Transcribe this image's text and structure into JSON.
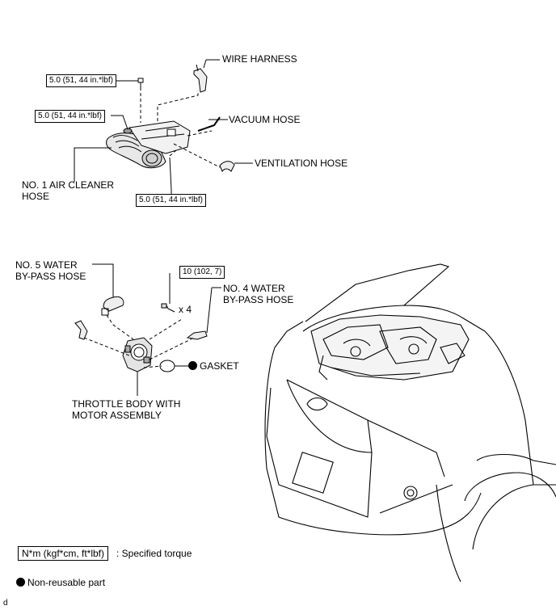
{
  "labels": {
    "wire_harness": "WIRE HARNESS",
    "vacuum_hose": "VACUUM HOSE",
    "ventilation_hose": "VENTILATION HOSE",
    "air_cleaner_hose": "NO. 1 AIR CLEANER\nHOSE",
    "no5_water_bypass_hose": "NO. 5 WATER\nBY-PASS HOSE",
    "no4_water_bypass_hose": "NO. 4 WATER\nBY-PASS HOSE",
    "gasket": "GASKET",
    "throttle_body": "THROTTLE BODY WITH\nMOTOR ASSEMBLY",
    "bolt_qty": "x 4"
  },
  "torque_specs": {
    "clamp_upper": "5.0 (51, 44 in.*lbf)",
    "clamp_left": "5.0 (51, 44 in.*lbf)",
    "clamp_lower": "5.0 (51, 44 in.*lbf)",
    "throttle_bolts": "10 (102, 7)"
  },
  "legend": {
    "torque_box": "N*m (kgf*cm, ft*lbf)",
    "torque_desc": ": Specified torque",
    "nonreusable": "Non-reusable part"
  },
  "footer_code": "d"
}
